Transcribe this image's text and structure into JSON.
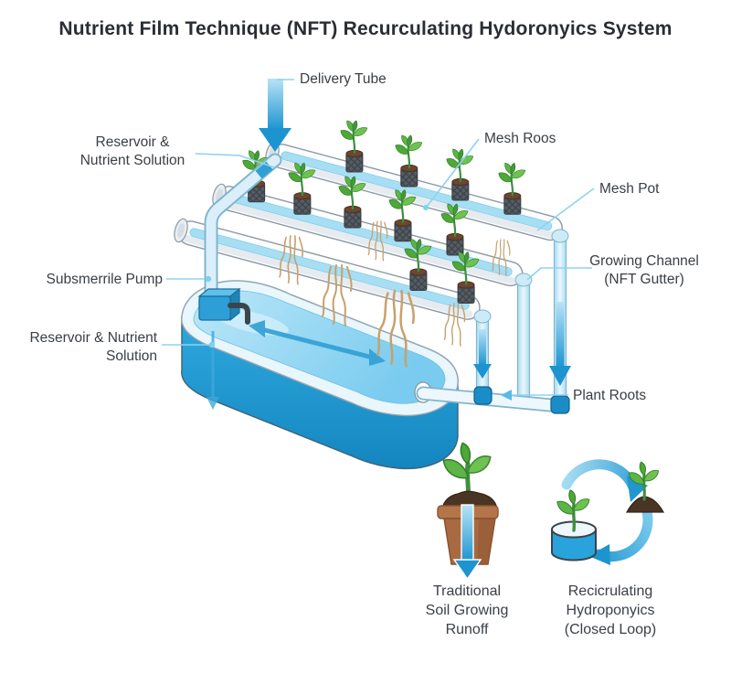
{
  "title": "Nutrient Film Technique (NFT) Recurculating Hydoronyics System",
  "labels": {
    "delivery_tube": "Delivery Tube",
    "reservoir_top": "Reservoir &\nNutrient Solution",
    "mesh_roots": "Mesh Roos",
    "mesh_pot": "Mesh Pot",
    "growing_channel": "Growing Channel\n(NFT Gutter)",
    "pump": "Subsmerrile Pump",
    "reservoir_bottom": "Reservoir & Nutrient\nSolution",
    "plant_roots": "Plant Roots"
  },
  "footer": {
    "soil": "Traditional\nSoil Growing\nRunoff",
    "hydro": "Recicrulating\nHydroponyics\n(Closed Loop)"
  },
  "colors": {
    "accent_blue": "#2196d1",
    "water_light": "#9fdcf5",
    "water_dark": "#1587c0",
    "leader_line": "#8ed3f0",
    "leaf_green": "#6fc24f",
    "root_tan": "#c8a06b",
    "pot_brown": "#a96a41",
    "soil_brown": "#4a3423"
  }
}
